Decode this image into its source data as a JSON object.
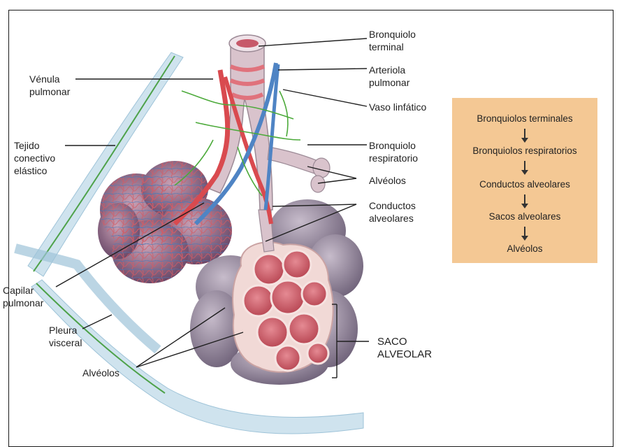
{
  "labels": {
    "bronquiolo_terminal": [
      "Bronquiolo",
      "terminal"
    ],
    "venula_pulmonar": [
      "Vénula",
      "pulmonar"
    ],
    "arteriola_pulmonar": [
      "Arteriola",
      "pulmonar"
    ],
    "vaso_linfatico": [
      "Vaso linfático"
    ],
    "tejido_conectivo": [
      "Tejido",
      "conectivo",
      "elástico"
    ],
    "bronquiolo_respiratorio": [
      "Bronquiolo",
      "respiratorio"
    ],
    "alveolos_right": [
      "Alvéolos"
    ],
    "conductos_alveolares": [
      "Conductos",
      "alveolares"
    ],
    "capilar_pulmonar": [
      "Capilar",
      "pulmonar"
    ],
    "pleura_visceral": [
      "Pleura",
      "visceral"
    ],
    "saco_alveolar": [
      "SACO",
      "ALVEOLAR"
    ],
    "alveolos_bottom": [
      "Alvéolos"
    ]
  },
  "flow": {
    "steps": [
      "Bronquiolos terminales",
      "Bronquiolos respiratorios",
      "Conductos alveolares",
      "Sacos alveolares",
      "Alvéolos"
    ]
  },
  "colors": {
    "flow_bg": "#f4c894",
    "pleura": "#bcd8e8",
    "alveoli_outer": "#8a7b93",
    "alveoli_inner": "#cf5d6a",
    "artery": "#d94a4f",
    "vein": "#4f84c4",
    "lymph": "#4caa3a"
  }
}
